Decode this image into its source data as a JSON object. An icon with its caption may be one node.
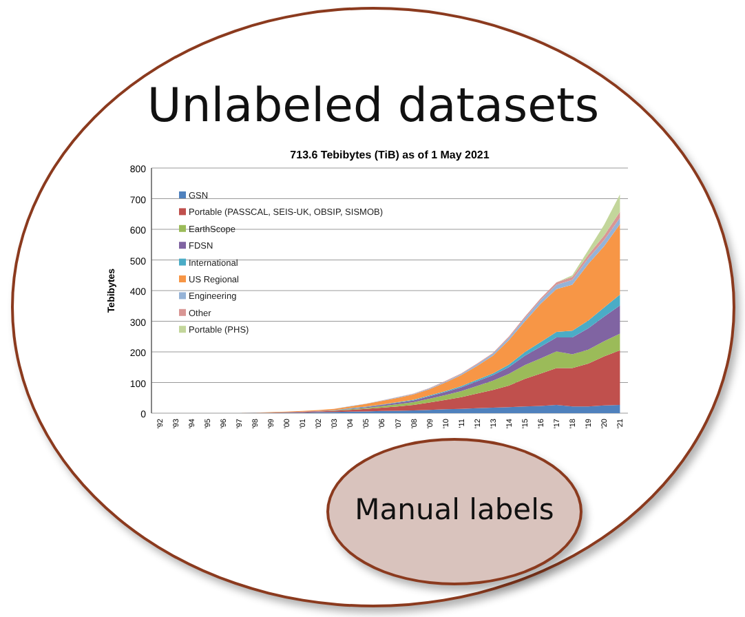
{
  "diagram": {
    "nodes": [
      {
        "text": [
          "Unlabeled datasets"
        ]
      },
      {
        "text": [
          "Manual labels"
        ],
        "in": 0
      }
    ],
    "edges": [],
    "chart_data": {
      "type": "area",
      "stacked": true,
      "title": "713.6 Tebibytes (TiB) as of 1 May 2021",
      "ylabel": "Tebibytes",
      "categories": [
        "'92",
        "'93",
        "'94",
        "'95",
        "'96",
        "'97",
        "'98",
        "'99",
        "'00",
        "'01",
        "'02",
        "'03",
        "'04",
        "'05",
        "'06",
        "'07",
        "'08",
        "'09",
        "'10",
        "'11",
        "'12",
        "'13",
        "'14",
        "'15",
        "'16",
        "'17",
        "'18",
        "'19",
        "'20",
        "'21"
      ],
      "grid": true,
      "legend": "upper left",
      "ylim": [
        0,
        800
      ],
      "yticks": [
        0,
        100,
        200,
        300,
        400,
        500,
        600,
        700,
        800
      ],
      "series": [
        {
          "name": "GSN",
          "color": "#4f81bd",
          "values": [
            0,
            0,
            0,
            0,
            0,
            0,
            1,
            1,
            2,
            2,
            3,
            4,
            5,
            6,
            7,
            8,
            9,
            11,
            13,
            14,
            16,
            18,
            20,
            22,
            24,
            27,
            22,
            22,
            25,
            27
          ]
        },
        {
          "name": "Portable (PASSCAL, SEIS-UK, OBSIP, SISMOB)",
          "color": "#c0504d",
          "values": [
            0,
            0,
            0,
            0,
            0,
            0,
            0,
            1,
            1,
            2,
            3,
            4,
            6,
            8,
            11,
            14,
            18,
            24,
            30,
            38,
            48,
            58,
            70,
            90,
            105,
            120,
            125,
            140,
            160,
            178
          ]
        },
        {
          "name": "EarthScope",
          "color": "#9bbb59",
          "values": [
            0,
            0,
            0,
            0,
            0,
            0,
            0,
            0,
            0,
            0,
            0,
            1,
            2,
            3,
            5,
            7,
            9,
            12,
            16,
            20,
            25,
            30,
            38,
            45,
            50,
            55,
            45,
            45,
            50,
            55
          ]
        },
        {
          "name": "FDSN",
          "color": "#8064a2",
          "values": [
            0,
            0,
            0,
            0,
            0,
            0,
            0,
            0,
            0,
            1,
            1,
            1,
            2,
            3,
            4,
            5,
            6,
            8,
            10,
            12,
            15,
            18,
            22,
            30,
            38,
            45,
            55,
            70,
            80,
            92
          ]
        },
        {
          "name": "International",
          "color": "#4bacc6",
          "values": [
            0,
            0,
            0,
            0,
            0,
            0,
            0,
            0,
            0,
            0,
            0,
            0,
            1,
            1,
            1,
            2,
            2,
            3,
            3,
            4,
            5,
            6,
            8,
            12,
            15,
            18,
            22,
            25,
            30,
            35
          ]
        },
        {
          "name": "US Regional",
          "color": "#f79646",
          "values": [
            0,
            0,
            0,
            0,
            0,
            0,
            1,
            1,
            2,
            2,
            3,
            4,
            6,
            9,
            12,
            14,
            17,
            20,
            28,
            36,
            45,
            58,
            80,
            100,
            125,
            140,
            150,
            185,
            200,
            230
          ]
        },
        {
          "name": "Engineering",
          "color": "#95b3d7",
          "values": [
            0,
            0,
            0,
            0,
            0,
            0,
            0,
            0,
            0,
            0,
            0,
            0,
            1,
            1,
            1,
            2,
            2,
            3,
            3,
            4,
            5,
            6,
            8,
            10,
            12,
            14,
            16,
            18,
            20,
            20
          ]
        },
        {
          "name": "Other",
          "color": "#d99694",
          "values": [
            0,
            0,
            0,
            0,
            0,
            0,
            0,
            0,
            0,
            0,
            0,
            0,
            0,
            0,
            1,
            1,
            1,
            1,
            2,
            2,
            3,
            3,
            4,
            5,
            6,
            8,
            10,
            12,
            15,
            20
          ]
        },
        {
          "name": "Portable (PHS)",
          "color": "#c3d69b",
          "values": [
            0,
            0,
            0,
            0,
            0,
            0,
            0,
            0,
            0,
            0,
            0,
            0,
            0,
            0,
            0,
            0,
            0,
            0,
            0,
            0,
            0,
            0,
            0,
            0,
            0,
            0,
            5,
            15,
            35,
            57
          ]
        }
      ]
    }
  }
}
